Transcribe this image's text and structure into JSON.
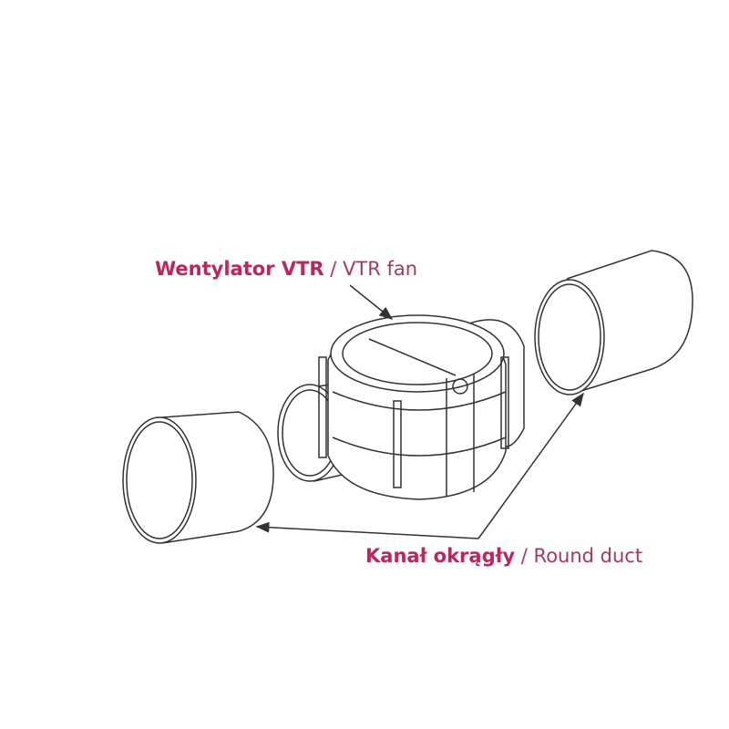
{
  "labels": {
    "fan": {
      "bold": "Wentylator VTR",
      "sep": " / ",
      "translation": "VTR fan"
    },
    "duct": {
      "bold": "Kanał okrągły",
      "sep": " / ",
      "translation": "Round duct"
    }
  },
  "colors": {
    "accent": "#c0245f",
    "line": "#333333"
  }
}
